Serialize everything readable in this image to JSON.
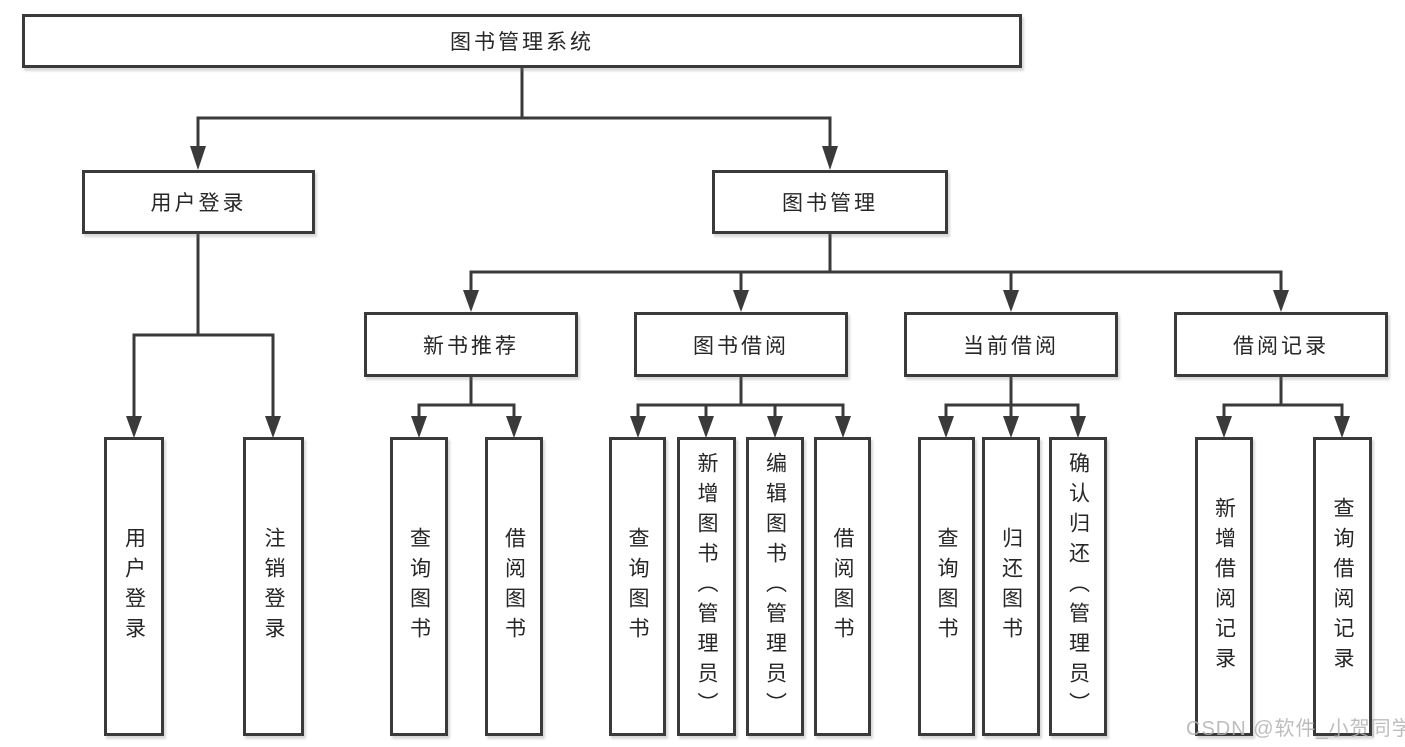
{
  "colors": {
    "line": "#3a3a3a",
    "text": "#262626",
    "background": "#ffffff",
    "watermark": "#b2b2b2"
  },
  "chart_type": "tree-diagram",
  "tree": {
    "root": {
      "label": "图书管理系统",
      "children": [
        {
          "label": "用户登录",
          "children": [
            {
              "label": "用户登录"
            },
            {
              "label": "注销登录"
            }
          ]
        },
        {
          "label": "图书管理",
          "children": [
            {
              "label": "新书推荐",
              "children": [
                {
                  "label": "查询图书"
                },
                {
                  "label": "借阅图书"
                }
              ]
            },
            {
              "label": "图书借阅",
              "children": [
                {
                  "label": "查询图书"
                },
                {
                  "label": "新增图书（管理员）"
                },
                {
                  "label": "编辑图书（管理员）"
                },
                {
                  "label": "借阅图书"
                }
              ]
            },
            {
              "label": "当前借阅",
              "children": [
                {
                  "label": "查询图书"
                },
                {
                  "label": "归还图书"
                },
                {
                  "label": "确认归还（管理员）"
                }
              ]
            },
            {
              "label": "借阅记录",
              "children": [
                {
                  "label": "新增借阅记录"
                },
                {
                  "label": "查询借阅记录"
                }
              ]
            }
          ]
        }
      ]
    }
  },
  "watermark": "CSDN @软件_小贺同学"
}
